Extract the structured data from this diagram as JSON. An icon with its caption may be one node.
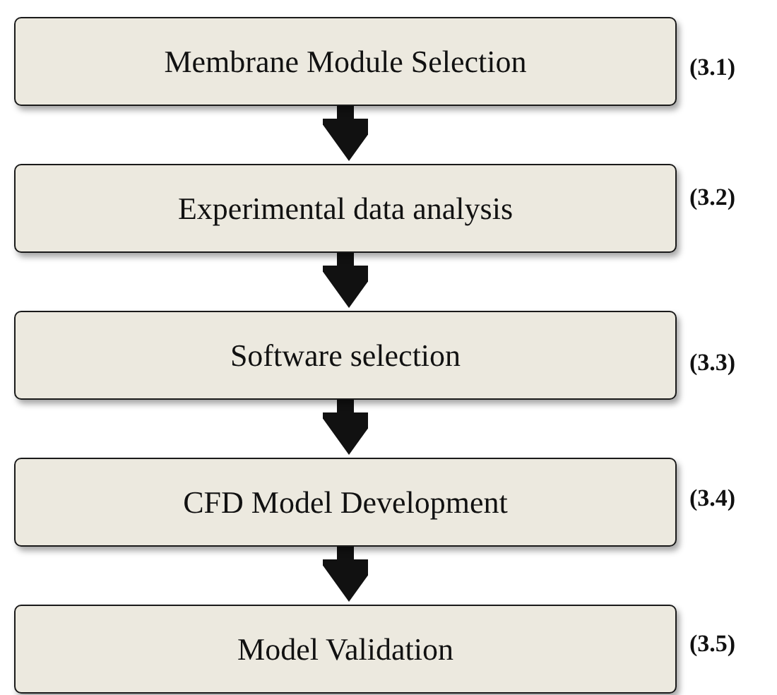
{
  "diagram": {
    "nodes": [
      {
        "text": [
          "Membrane Module Selection"
        ],
        "beside": [
          "(3.1)"
        ]
      },
      {
        "text": [
          "Experimental data analysis"
        ],
        "beside": [
          "(3.2)"
        ]
      },
      {
        "text": [
          "Software selection"
        ],
        "beside": [
          "(3.3)"
        ]
      },
      {
        "text": [
          "CFD Model Development"
        ],
        "beside": [
          "(3.4)"
        ]
      },
      {
        "text": [
          "Model Validation"
        ],
        "beside": [
          "(3.5)"
        ]
      }
    ],
    "edges": [
      {
        "from": 0,
        "to": 1,
        "arrow": "to"
      },
      {
        "from": 1,
        "to": 2,
        "arrow": "to"
      },
      {
        "from": 2,
        "to": 3,
        "arrow": "to"
      },
      {
        "from": 3,
        "to": 4,
        "arrow": "to"
      }
    ]
  }
}
